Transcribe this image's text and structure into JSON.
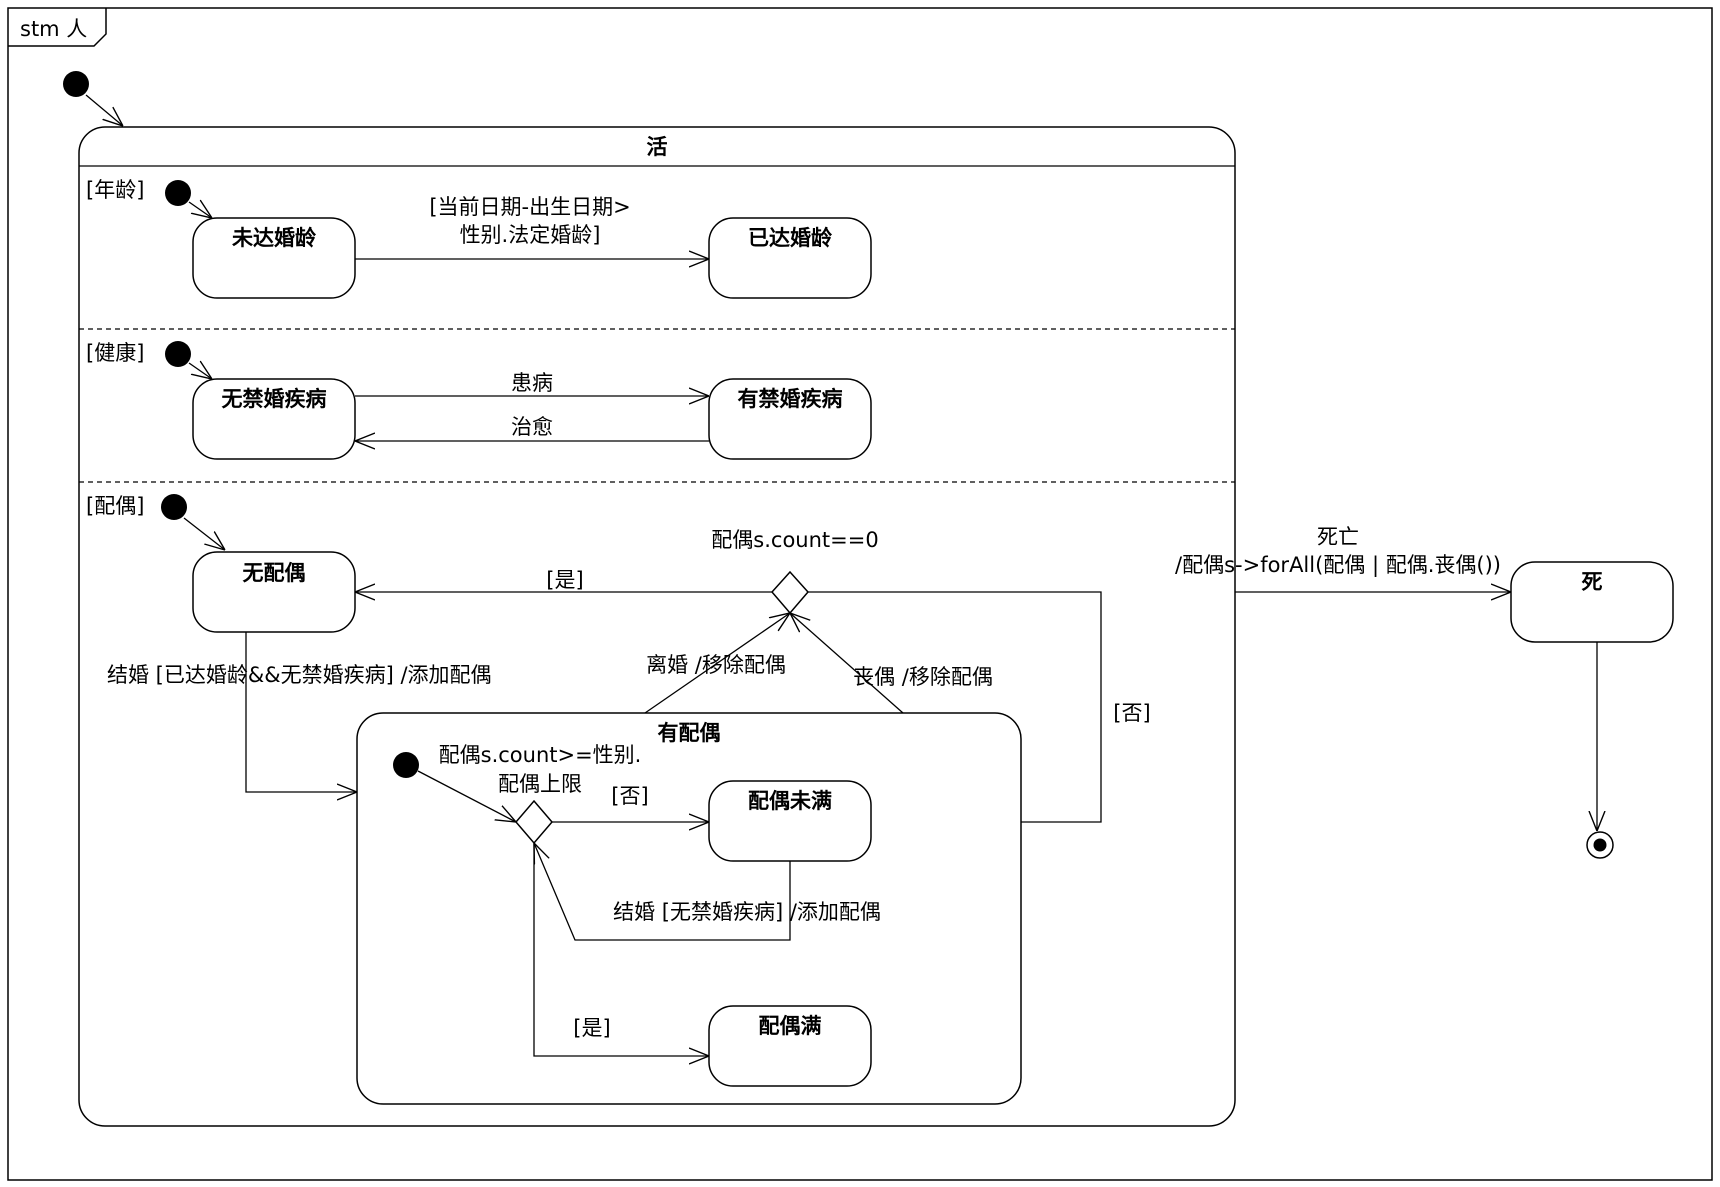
{
  "diagram": {
    "frame_title": "stm 人",
    "composite": {
      "name": "活"
    },
    "regions": {
      "age": "[年龄]",
      "health": "[健康]",
      "spouse": "[配偶]"
    },
    "states": {
      "underage": "未达婚龄",
      "of_age": "已达婚龄",
      "no_disease": "无禁婚疾病",
      "has_disease": "有禁婚疾病",
      "no_spouse": "无配偶",
      "has_spouse": "有配偶",
      "spouse_not_full": "配偶未满",
      "spouse_full": "配偶满",
      "dead": "死"
    },
    "transitions": {
      "age_guard_line1": "[当前日期-出生日期>",
      "age_guard_line2": "性别.法定婚龄]",
      "fall_ill": "患病",
      "cure": "治愈",
      "marry_first": "结婚 [已达婚龄&&无禁婚疾病] /添加配偶",
      "divorce": "离婚 /移除配偶",
      "widowed": "丧偶 /移除配偶",
      "count_zero": "配偶s.count==0",
      "yes_top": "[是]",
      "no_right": "[否]",
      "count_limit_line1": "配偶s.count>=性别.",
      "count_limit_line2": "配偶上限",
      "no_inner": "[否]",
      "yes_inner": "[是]",
      "marry_again": "结婚 [无禁婚疾病] /添加配偶",
      "death_line1": "死亡",
      "death_line2": "/配偶s->forAll(配偶 | 配偶.丧偶())"
    }
  }
}
